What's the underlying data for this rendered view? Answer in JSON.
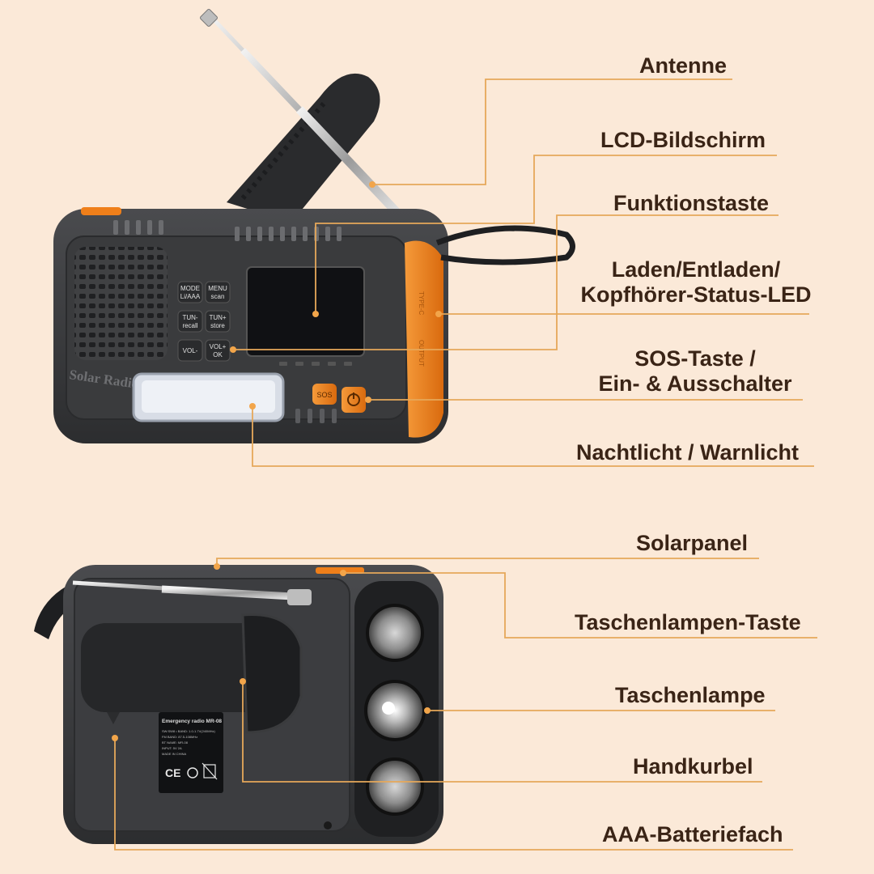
{
  "colors": {
    "background": "#fbe9d8",
    "label_text": "#3a2416",
    "leader_line": "#e6a85a",
    "accent_orange": "#ef7f1a",
    "radio_body": "#3a3b3d"
  },
  "device_front": {
    "brand_text": "Solar Radio",
    "buttons": {
      "mode": "MODE",
      "mode_sub": "Li/AAA",
      "menu": "MENU",
      "menu_sub": "scan",
      "tun_minus": "TUN-",
      "tun_minus_sub": "recall",
      "tun_plus": "TUN+",
      "tun_plus_sub": "store",
      "vol_minus": "VOL-",
      "vol_plus": "VOL+",
      "vol_plus_sub": "OK",
      "sos": "SOS"
    },
    "side_port_labels": {
      "top": "TYPE-C",
      "bottom": "OUTPUT"
    }
  },
  "device_back": {
    "label_title": "Emergency radio  MR-08",
    "label_lines": [
      "SW:SW8 • BAND: 1.0-1.7V(240MHz)",
      "FM BAND: 87.5-108MHz",
      "BT NAME: MR-08",
      "INPUT: 5V 2A",
      "MADE IN CHINA"
    ],
    "ce_mark": "CE"
  },
  "callouts_front": [
    {
      "id": "antenne",
      "text": "Antenne"
    },
    {
      "id": "lcd",
      "text": "LCD-Bildschirm"
    },
    {
      "id": "funktion",
      "text": "Funktionstaste"
    },
    {
      "id": "led",
      "line1": "Laden/Entladen/",
      "line2": "Kopfhörer-Status-LED"
    },
    {
      "id": "sos",
      "line1": "SOS-Taste /",
      "line2": "Ein- & Ausschalter"
    },
    {
      "id": "nacht",
      "text": "Nachtlicht / Warnlicht"
    }
  ],
  "callouts_back": [
    {
      "id": "solar",
      "text": "Solarpanel"
    },
    {
      "id": "taschen_taste",
      "text": "Taschenlampen-Taste"
    },
    {
      "id": "taschen",
      "text": "Taschenlampe"
    },
    {
      "id": "kurbel",
      "text": "Handkurbel"
    },
    {
      "id": "batterie",
      "text": "AAA-Batteriefach"
    }
  ]
}
